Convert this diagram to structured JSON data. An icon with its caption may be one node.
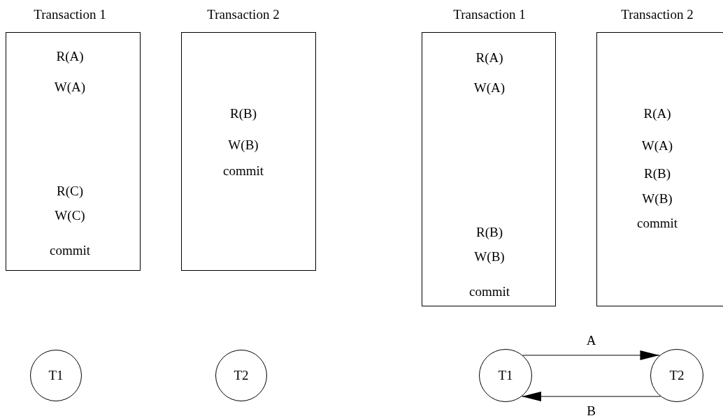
{
  "diagram": {
    "nodes": [
      {
        "text": [
          "Transaction 1",
          "R(A)",
          "W(A)",
          "R(C)",
          "W(C)",
          "commit"
        ]
      },
      {
        "text": [
          "Transaction 2",
          "R(B)",
          "W(B)",
          "commit"
        ]
      },
      {
        "text": [
          "Transaction 1",
          "R(A)",
          "W(A)",
          "R(B)",
          "W(B)",
          "commit"
        ]
      },
      {
        "text": [
          "Transaction 2",
          "R(A)",
          "W(A)",
          "R(B)",
          "W(B)",
          "commit"
        ]
      },
      {
        "text": [
          "T1"
        ]
      },
      {
        "text": [
          "T2"
        ]
      },
      {
        "text": [
          "T1"
        ]
      },
      {
        "text": [
          "T2"
        ]
      }
    ],
    "edges": [
      {
        "from": 6,
        "to": 7,
        "arrow": "to",
        "label": "A"
      },
      {
        "from": 7,
        "to": 6,
        "arrow": "to",
        "label": "B"
      }
    ]
  }
}
